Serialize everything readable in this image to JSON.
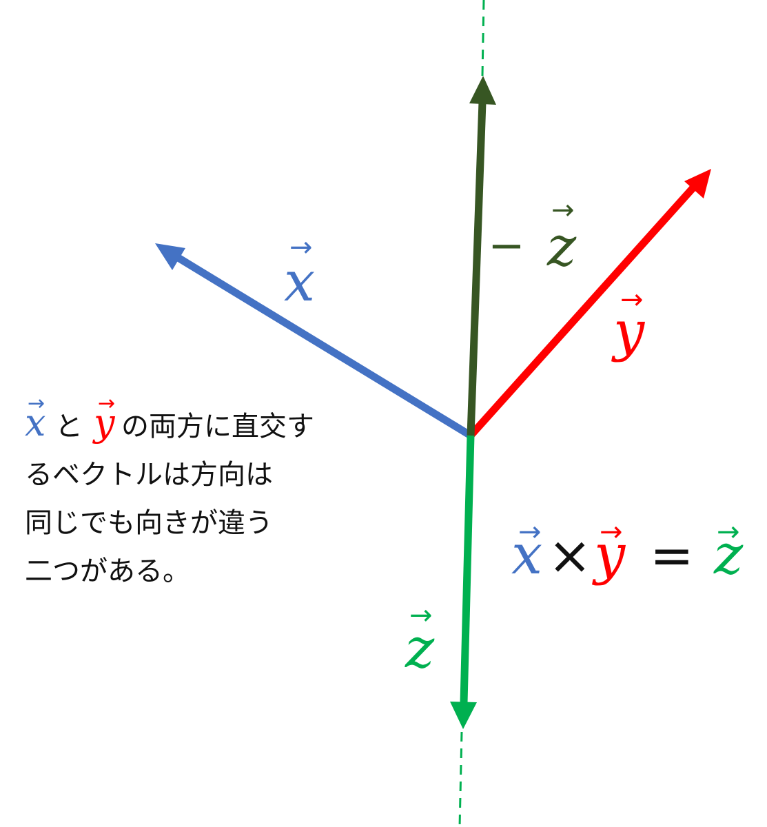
{
  "colors": {
    "x_vector": "#4472C4",
    "y_vector": "#FF0000",
    "z_vector": "#00B050",
    "neg_z_vector": "#375623",
    "text": "#111111"
  },
  "labels": {
    "arrow": "→",
    "x": "x",
    "y": "y",
    "z": "z",
    "minus": "−",
    "times": "×",
    "equals": "="
  },
  "note": {
    "line1_connector": "と",
    "line1_rest": "の両方に直交す",
    "line2": "るベクトルは方向は",
    "line3": "同じでも向きが違う",
    "line4": "二つがある。"
  }
}
